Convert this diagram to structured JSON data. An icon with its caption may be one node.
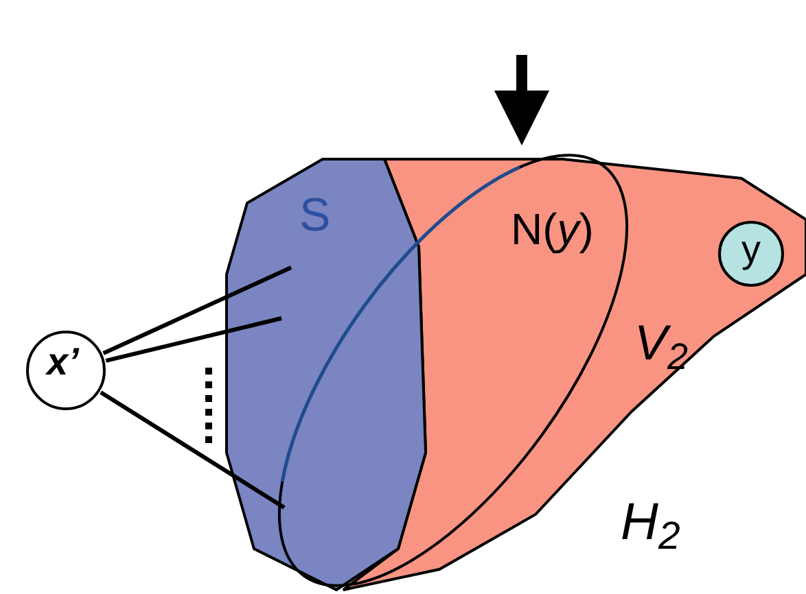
{
  "diagram": {
    "nodes": [
      {
        "text": [
          "V$_{2}$"
        ]
      },
      {
        "text": [
          "S"
        ]
      },
      {
        "text": [
          "N(*y*)"
        ]
      },
      {
        "text": [
          "y"
        ],
        "in": 0
      },
      {
        "text": [
          "x’"
        ]
      }
    ],
    "edges": [
      {
        "from": 4,
        "to": 1,
        "arrow": "none"
      },
      {
        "from": 4,
        "to": 1,
        "arrow": "none"
      },
      {
        "from": 4,
        "to": 1,
        "arrow": "none"
      },
      {
        "from": null,
        "to": 0,
        "arrow": "to",
        "style": "thick"
      }
    ],
    "labels": [
      "H$_{2}$"
    ]
  }
}
